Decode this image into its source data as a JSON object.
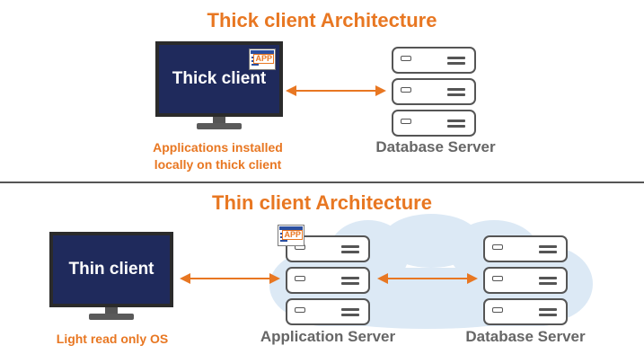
{
  "thick": {
    "title": "Thick client Architecture",
    "client_label": "Thick client",
    "app_badge": "APP",
    "caption_line1": "Applications installed",
    "caption_line2": "locally on thick client",
    "server_label": "Database Server"
  },
  "thin": {
    "title": "Thin client Architecture",
    "client_label": "Thin client",
    "app_badge": "APP",
    "client_caption": "Light read only OS",
    "app_server_label": "Application Server",
    "db_server_label": "Database Server"
  },
  "colors": {
    "accent": "#e87722",
    "screen": "#1f2a5c",
    "cloud": "#dce9f5",
    "outline": "#555555"
  },
  "icons": [
    "monitor-icon",
    "server-rack-icon",
    "app-window-icon",
    "double-arrow-icon",
    "cloud-icon"
  ]
}
